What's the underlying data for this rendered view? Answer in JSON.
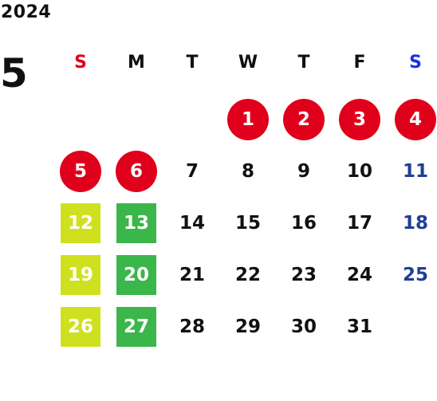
{
  "year": "2024",
  "month": "5",
  "colors": {
    "default_text": "#111111",
    "sunday_header": "#e0001b",
    "saturday_header": "#1a2ee6",
    "saturday_date": "#1f3f95",
    "holiday_circle": "#e0001b",
    "yellow_green_square": "#cfe11e",
    "green_square": "#3bb64a",
    "on_fill_text": "#ffffff"
  },
  "weekdays": [
    {
      "label": "S",
      "kind": "sunday"
    },
    {
      "label": "M",
      "kind": "weekday"
    },
    {
      "label": "T",
      "kind": "weekday"
    },
    {
      "label": "W",
      "kind": "weekday"
    },
    {
      "label": "T",
      "kind": "weekday"
    },
    {
      "label": "F",
      "kind": "weekday"
    },
    {
      "label": "S",
      "kind": "saturday"
    }
  ],
  "weeks": [
    [
      null,
      null,
      null,
      {
        "day": "1",
        "style": "holiday"
      },
      {
        "day": "2",
        "style": "holiday"
      },
      {
        "day": "3",
        "style": "holiday"
      },
      {
        "day": "4",
        "style": "holiday"
      }
    ],
    [
      {
        "day": "5",
        "style": "holiday"
      },
      {
        "day": "6",
        "style": "holiday"
      },
      {
        "day": "7",
        "style": "normal"
      },
      {
        "day": "8",
        "style": "normal"
      },
      {
        "day": "9",
        "style": "normal"
      },
      {
        "day": "10",
        "style": "normal"
      },
      {
        "day": "11",
        "style": "saturday"
      }
    ],
    [
      {
        "day": "12",
        "style": "yellow"
      },
      {
        "day": "13",
        "style": "green"
      },
      {
        "day": "14",
        "style": "normal"
      },
      {
        "day": "15",
        "style": "normal"
      },
      {
        "day": "16",
        "style": "normal"
      },
      {
        "day": "17",
        "style": "normal"
      },
      {
        "day": "18",
        "style": "saturday"
      }
    ],
    [
      {
        "day": "19",
        "style": "yellow"
      },
      {
        "day": "20",
        "style": "green"
      },
      {
        "day": "21",
        "style": "normal"
      },
      {
        "day": "22",
        "style": "normal"
      },
      {
        "day": "23",
        "style": "normal"
      },
      {
        "day": "24",
        "style": "normal"
      },
      {
        "day": "25",
        "style": "saturday"
      }
    ],
    [
      {
        "day": "26",
        "style": "yellow"
      },
      {
        "day": "27",
        "style": "green"
      },
      {
        "day": "28",
        "style": "normal"
      },
      {
        "day": "29",
        "style": "normal"
      },
      {
        "day": "30",
        "style": "normal"
      },
      {
        "day": "31",
        "style": "normal"
      },
      null
    ]
  ]
}
